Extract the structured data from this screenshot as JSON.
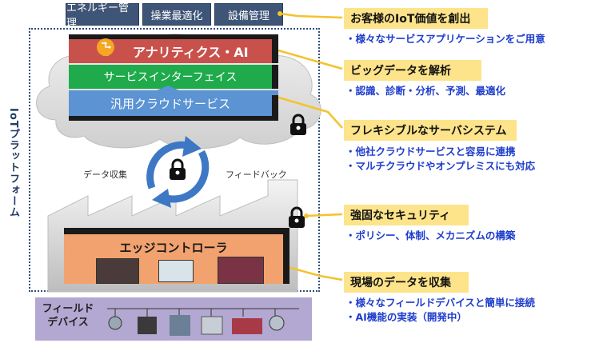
{
  "top_tabs": [
    "エネルギー管理",
    "操業最適化",
    "設備管理"
  ],
  "platform_label": "IoTプラットフォーム",
  "cloud_layers": {
    "analytics": "アナリティクス・AI",
    "interface": "サービスインターフェイス",
    "cloud_service": "汎用クラウドサービス"
  },
  "flow_labels": {
    "collect": "データ収集",
    "feedback": "フィードバック"
  },
  "edge_controller": "エッジコントローラ",
  "field_devices": "フィールド\nデバイス",
  "callouts": [
    {
      "title": "お客様のIoT価値を創出",
      "lines": [
        "・様々なサービスアプリケーションをご用意"
      ]
    },
    {
      "title": "ビッグデータを解析",
      "lines": [
        "・認識、診断・分析、予測、最適化"
      ]
    },
    {
      "title": "フレキシブルなサーバシステム",
      "lines": [
        "・他社クラウドサービスと容易に連携",
        "・マルチクラウドやオンプレミスにも対応"
      ]
    },
    {
      "title": "強固なセキュリティ",
      "lines": [
        "・ポリシー、体制、メカニズムの構築"
      ]
    },
    {
      "title": "現場のデータを収集",
      "lines": [
        "・様々なフィールドデバイスと簡単に接続",
        "・AI機能の実装（開発中）"
      ]
    }
  ],
  "colors": {
    "analytics": "#c9514c",
    "interface": "#1fab4c",
    "cloud_service": "#5b93d3",
    "edge": "#f2a26e",
    "field": "#b3a8d1",
    "callout": "#fde48a",
    "desc_text": "#1e3dcc",
    "tab": "#3f5577"
  }
}
